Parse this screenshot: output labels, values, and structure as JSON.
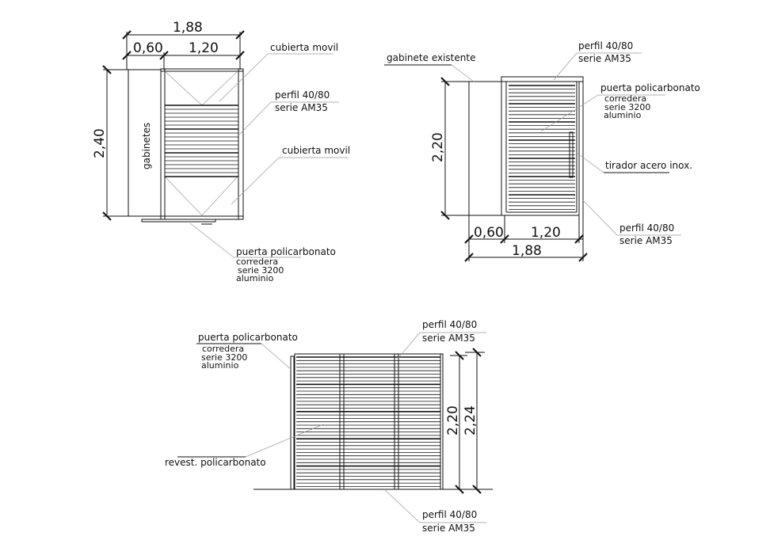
{
  "plan_view": {
    "dim_total": "1,88",
    "dim_cabinet": "0,60",
    "dim_door": "1,20",
    "dim_depth": "2,40",
    "cabinet_label": "gabinetes",
    "label_top_cover": "cubierta movil",
    "label_profile_1": "perfil 40/80",
    "label_profile_2": "serie AM35",
    "label_bottom_cover": "cubierta movil",
    "label_door_1": "puerta policarbonato",
    "label_door_2": "corredera",
    "label_door_3": "serie 3200",
    "label_door_4": "aluminio"
  },
  "side_view": {
    "label_cabinet": "gabinete existente",
    "label_profile_top_1": "perfil 40/80",
    "label_profile_top_2": "serie AM35",
    "label_door_1": "puerta policarbonato",
    "label_door_2": "corredera",
    "label_door_3": "serie 3200",
    "label_door_4": "aluminio",
    "label_handle": "tirador acero inox.",
    "label_profile_bottom_1": "perfil 40/80",
    "label_profile_bottom_2": "serie AM35",
    "dim_height": "2,20",
    "dim_cabinet": "0,60",
    "dim_door": "1,20",
    "dim_total": "1,88"
  },
  "front_view": {
    "label_door_1": "puerta policarbonato",
    "label_door_2": "corredera",
    "label_door_3": "serie 3200",
    "label_door_4": "aluminio",
    "label_profile_top_1": "perfil 40/80",
    "label_profile_top_2": "serie AM35",
    "label_cladding": "revest. policarbonato",
    "label_profile_bottom_1": "perfil 40/80",
    "label_profile_bottom_2": "serie AM35",
    "dim_inner": "2,20",
    "dim_outer": "2,24"
  }
}
